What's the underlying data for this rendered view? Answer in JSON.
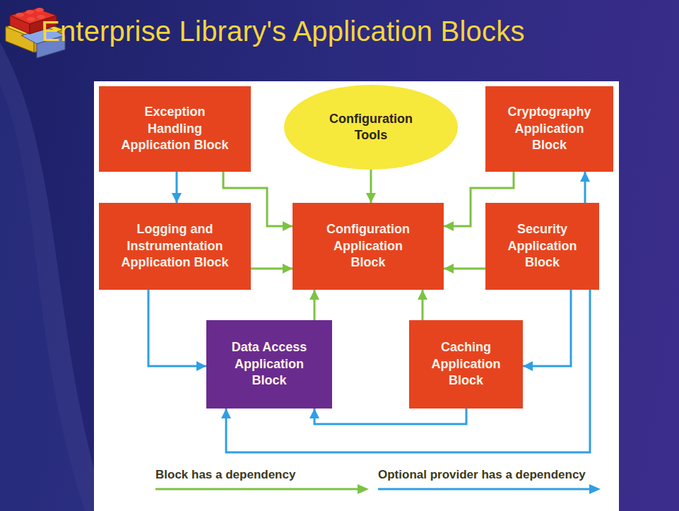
{
  "diagram": {
    "title": "Enterprise Library's Application Blocks",
    "nodes": [
      {
        "text": [
          "Exception Handling Application Block"
        ]
      },
      {
        "text": [
          "Configuration Tools"
        ]
      },
      {
        "text": [
          "Cryptography Application Block"
        ]
      },
      {
        "text": [
          "Logging and Instrumentation Application Block"
        ]
      },
      {
        "text": [
          "Configuration Application Block"
        ]
      },
      {
        "text": [
          "Security Application Block"
        ]
      },
      {
        "text": [
          "Data Access Application Block"
        ]
      },
      {
        "text": [
          "Caching Application Block"
        ]
      }
    ],
    "edges": [
      {
        "from": 0,
        "to": 3,
        "arrow": "to"
      },
      {
        "from": 0,
        "to": 4,
        "arrow": "to"
      },
      {
        "from": 1,
        "to": 4,
        "arrow": "to"
      },
      {
        "from": 2,
        "to": 4,
        "arrow": "to"
      },
      {
        "from": 3,
        "to": 4,
        "arrow": "to"
      },
      {
        "from": 3,
        "to": 6,
        "arrow": "to"
      },
      {
        "from": 5,
        "to": 4,
        "arrow": "to"
      },
      {
        "from": 5,
        "to": 2,
        "arrow": "to"
      },
      {
        "from": 5,
        "to": 7,
        "arrow": "to"
      },
      {
        "from": 5,
        "to": 6,
        "arrow": "to"
      },
      {
        "from": 6,
        "to": 4,
        "arrow": "to"
      },
      {
        "from": 7,
        "to": 4,
        "arrow": "to"
      },
      {
        "from": 7,
        "to": 6,
        "arrow": "to"
      }
    ],
    "legend": [
      {
        "text": "Block has a dependency"
      },
      {
        "text": "Optional provider has a dependency"
      }
    ]
  }
}
